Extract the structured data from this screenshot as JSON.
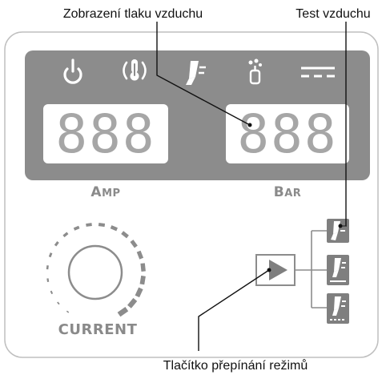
{
  "callouts": {
    "air_pressure_display": "Zobrazení tlaku vzduchu",
    "air_test": "Test vzduchu",
    "mode_switch_button": "Tlačítko přepínání režimů"
  },
  "panel": {
    "left_display": {
      "digits": "888",
      "label_cap": "A",
      "label_rest": "MP"
    },
    "right_display": {
      "digits": "888",
      "label_cap": "B",
      "label_rest": "AR"
    },
    "knob_label": "CURRENT"
  },
  "icons": [
    "power-icon",
    "thermometer-icon",
    "torch-icon",
    "air-bottle-icon",
    "dc-current-icon"
  ],
  "mode_icons": [
    "air-test-mode-icon",
    "continuous-cut-mode-icon",
    "grid-cut-mode-icon"
  ],
  "colors": {
    "panel_dark": "#8c8c8c",
    "display_digits": "#a6a6a6",
    "icon_white": "#ffffff",
    "label_gray": "#8a8a8a",
    "mode_button": "#7f7f7f"
  }
}
